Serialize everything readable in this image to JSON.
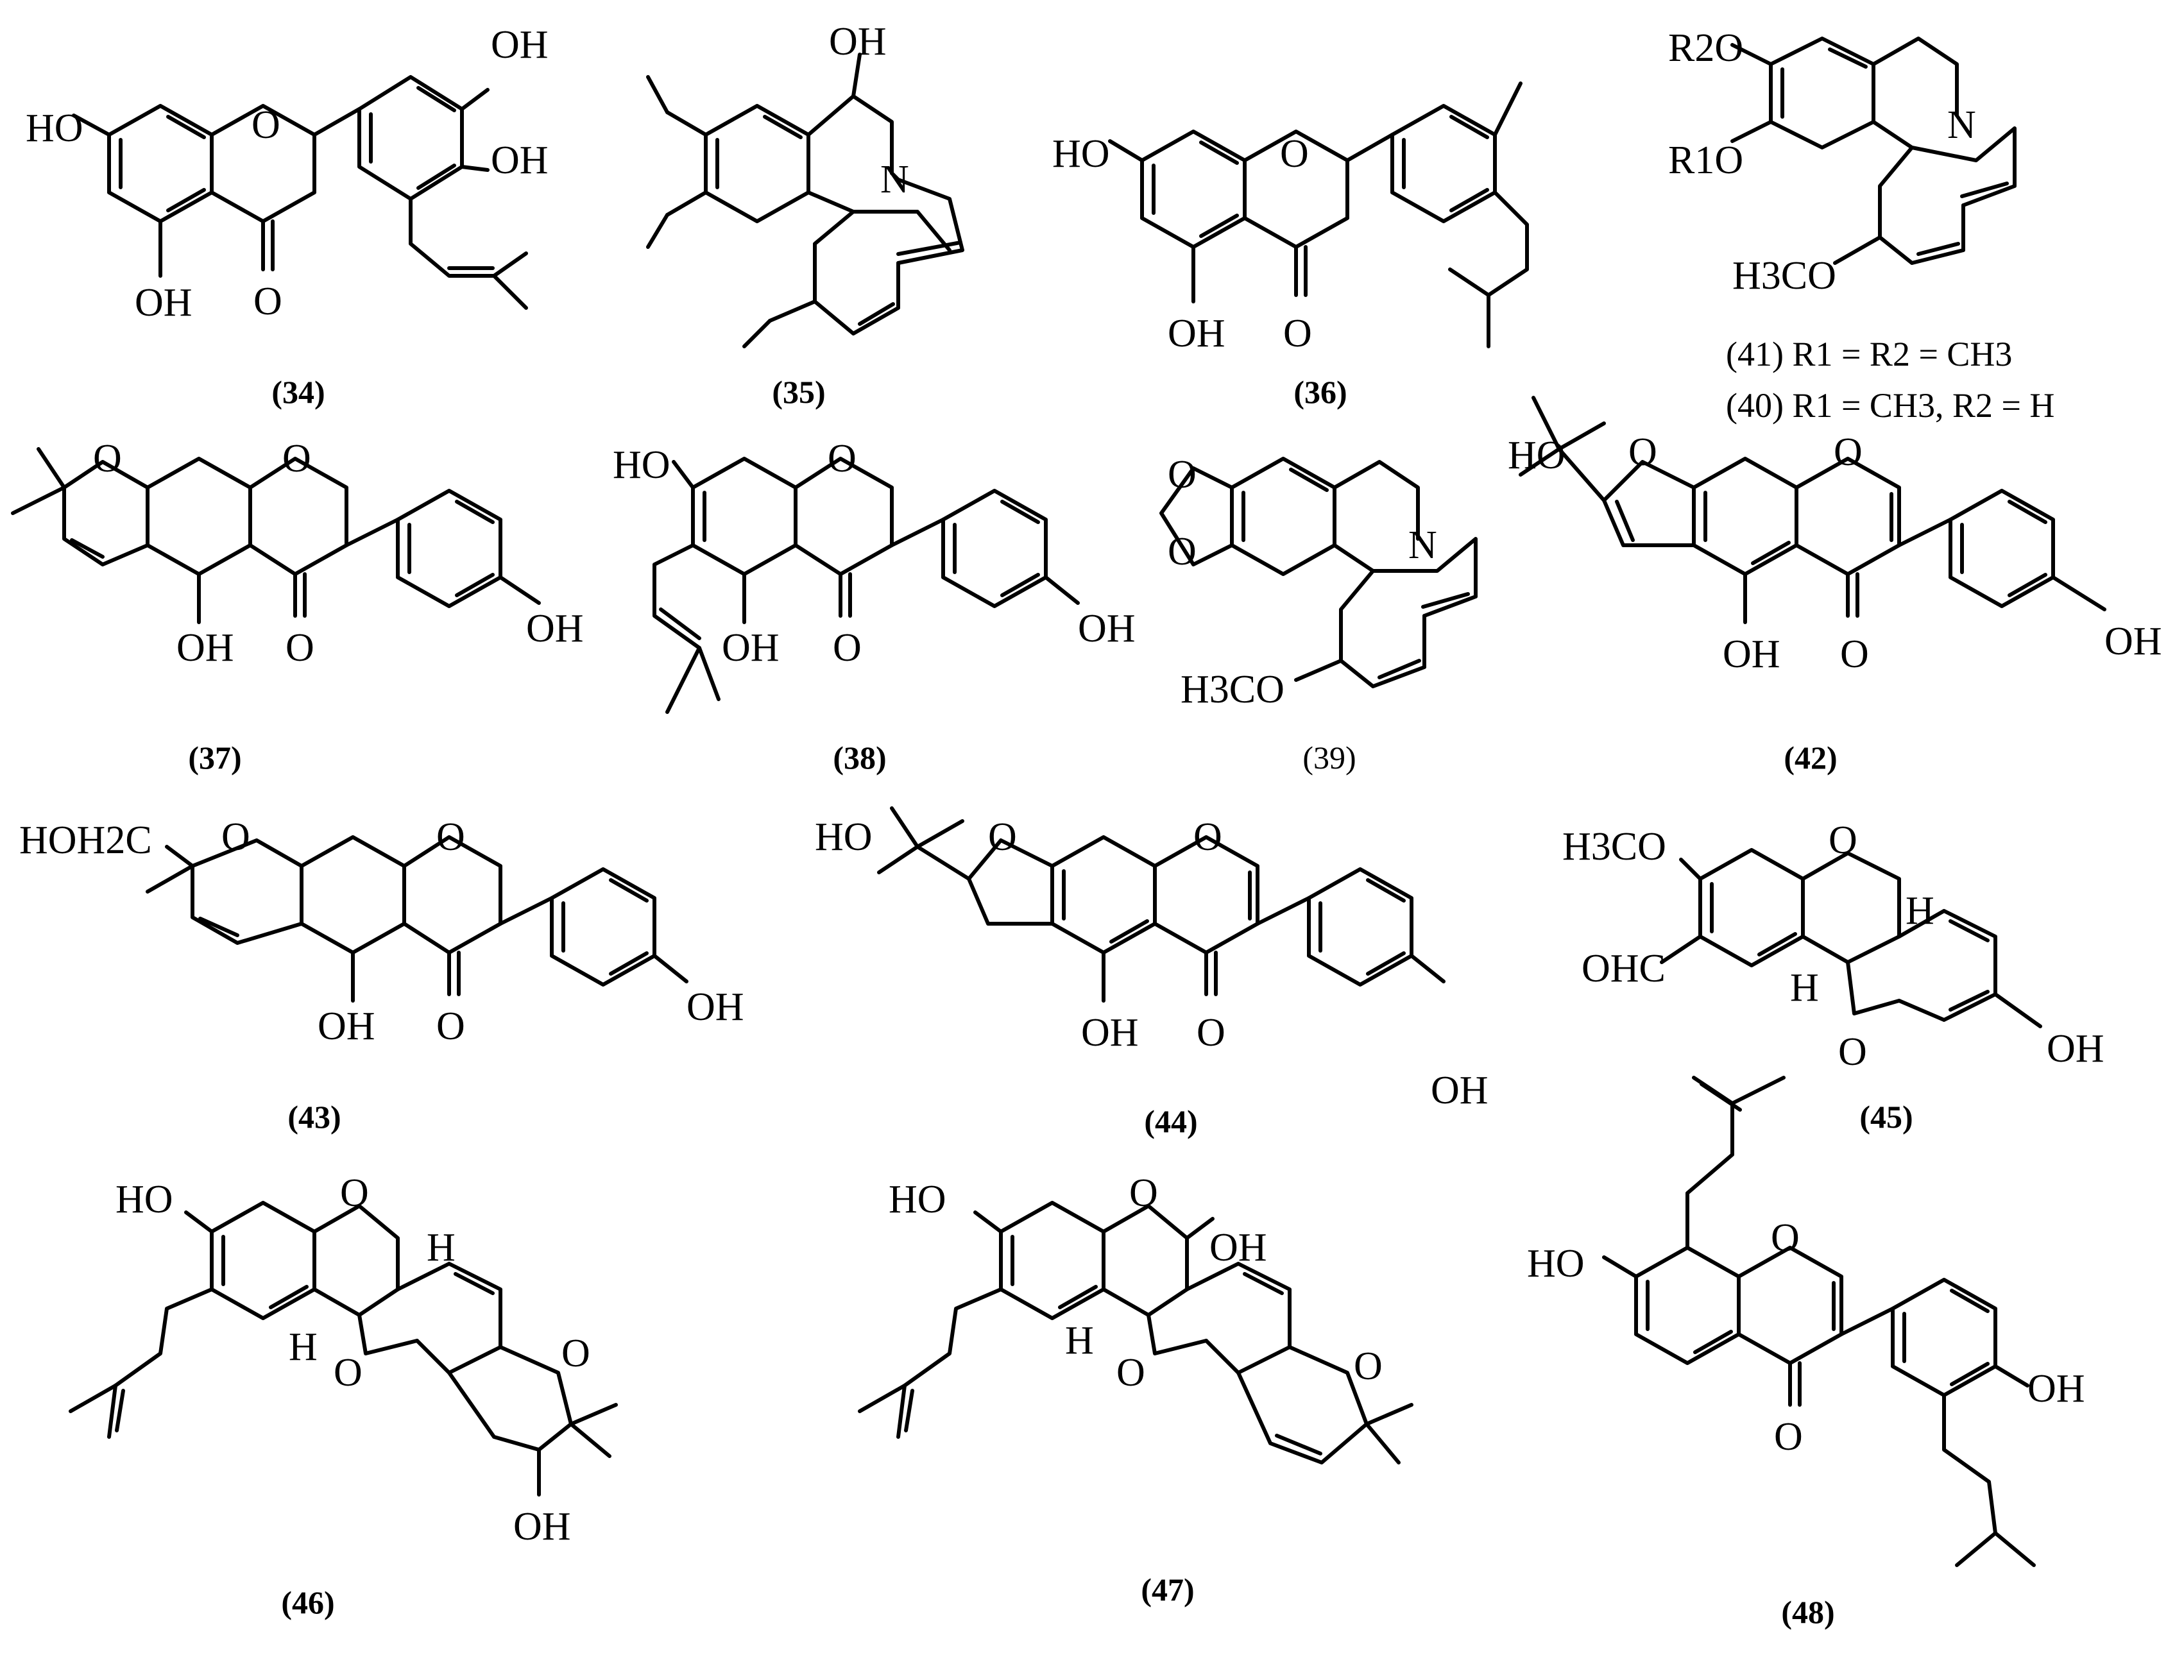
{
  "compounds": [
    {
      "id": "34",
      "label": "(34)",
      "atoms": [
        "HO",
        "OH",
        "OH",
        "O",
        "OH",
        "O"
      ]
    },
    {
      "id": "35",
      "label": "(35)",
      "atoms": [
        "OH",
        "N"
      ]
    },
    {
      "id": "36",
      "label": "(36)",
      "atoms": [
        "HO",
        "O",
        "OH",
        "O"
      ]
    },
    {
      "id": "41_40",
      "labels": [
        "(41) R1 = R2 = CH3",
        "(40) R1 = CH3, R2 = H"
      ],
      "atoms": [
        "R2O",
        "R1O",
        "N",
        "H3CO"
      ]
    },
    {
      "id": "37",
      "label": "(37)",
      "atoms": [
        "O",
        "O",
        "OH",
        "O",
        "OH"
      ]
    },
    {
      "id": "38",
      "label": "(38)",
      "atoms": [
        "HO",
        "O",
        "OH",
        "O",
        "OH"
      ]
    },
    {
      "id": "39",
      "label": "(39)",
      "atoms": [
        "O",
        "O",
        "N",
        "H3CO"
      ]
    },
    {
      "id": "42",
      "label": "(42)",
      "atoms": [
        "HO",
        "O",
        "O",
        "OH",
        "O",
        "OH"
      ]
    },
    {
      "id": "43",
      "label": "(43)",
      "atoms": [
        "HOH2C",
        "O",
        "O",
        "OH",
        "O",
        "OH"
      ]
    },
    {
      "id": "44",
      "label": "(44)",
      "atoms": [
        "HO",
        "O",
        "O",
        "OH",
        "O",
        "OH"
      ]
    },
    {
      "id": "45",
      "label": "(45)",
      "atoms": [
        "H3CO",
        "O",
        "H",
        "OHC",
        "H",
        "O",
        "OH"
      ]
    },
    {
      "id": "46",
      "label": "(46)",
      "atoms": [
        "HO",
        "O",
        "H",
        "H",
        "O",
        "O",
        "OH"
      ]
    },
    {
      "id": "47",
      "label": "(47)",
      "atoms": [
        "HO",
        "O",
        "OH",
        "H",
        "O",
        "O"
      ]
    },
    {
      "id": "48",
      "label": "(48)",
      "atoms": [
        "HO",
        "O",
        "O",
        "OH"
      ]
    }
  ]
}
